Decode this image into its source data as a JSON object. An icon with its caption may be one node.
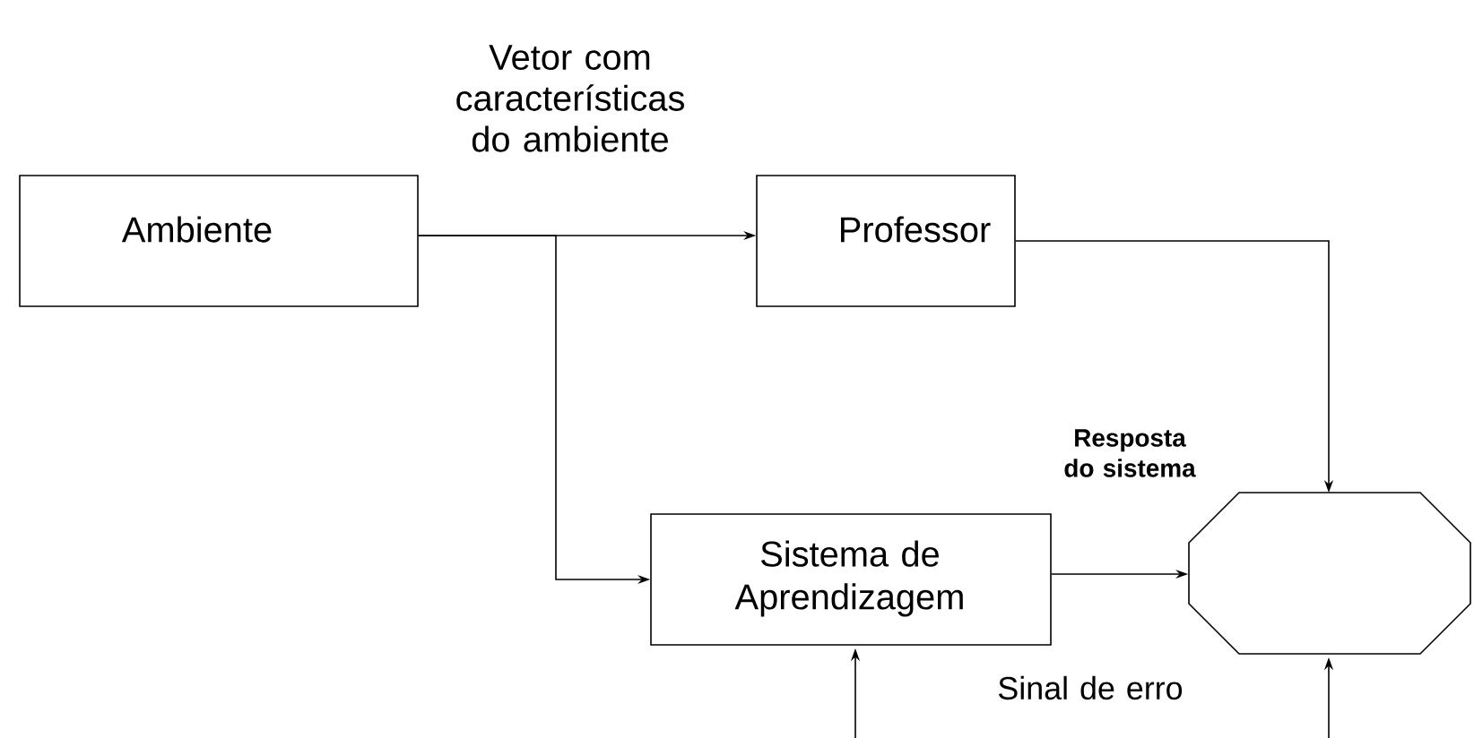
{
  "diagram": {
    "nodes": [
      {
        "text": [
          "Ambiente"
        ]
      },
      {
        "text": [
          "Professor"
        ]
      },
      {
        "text": [
          "Sistema de Aprendizagem"
        ]
      },
      {
        "text": [],
        "shape": "octagon"
      }
    ],
    "edges": [
      {
        "from": 0,
        "to": 1,
        "arrow": "to",
        "label": "Vetor com características do ambiente"
      },
      {
        "from": 0,
        "to": 2,
        "arrow": "to"
      },
      {
        "from": 1,
        "to": 3,
        "arrow": "to"
      },
      {
        "from": 2,
        "to": 3,
        "arrow": "to"
      },
      {
        "from": null,
        "to": 2,
        "arrow": "to"
      },
      {
        "from": null,
        "to": 3,
        "arrow": "to"
      }
    ],
    "labels": [
      "Resposta do sistema",
      "Sinal de erro"
    ]
  }
}
